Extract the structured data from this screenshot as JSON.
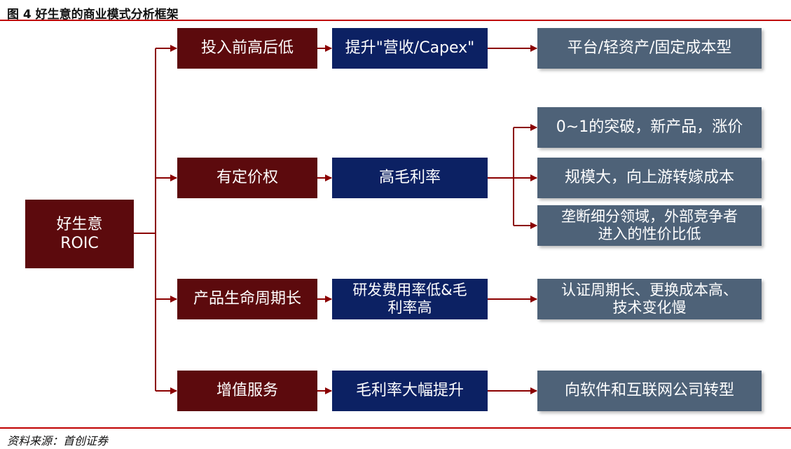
{
  "figure_title": "图 4 好生意的商业模式分析框架",
  "source_note": "资料来源：首创证券",
  "colors": {
    "root_fill": "#5c0a0d",
    "level1_fill": "#5c0a0d",
    "level2_fill": "#0c2163",
    "level3_fill": "#4e6278",
    "connector": "#8b0000",
    "rule": "#c00000"
  },
  "root": {
    "label": "好生意\nROIC"
  },
  "branches": [
    {
      "driver": "投入前高后低",
      "metric": "提升\"营收/Capex\"",
      "outcomes": [
        "平台/轻资产/固定成本型"
      ]
    },
    {
      "driver": "有定价权",
      "metric": "高毛利率",
      "outcomes": [
        "0~1的突破，新产品，涨价",
        "规模大，向上游转嫁成本",
        "垄断细分领域，外部竞争者\n进入的性价比低"
      ]
    },
    {
      "driver": "产品生命周期长",
      "metric": "研发费用率低&毛\n利率高",
      "outcomes": [
        "认证周期长、更换成本高、\n技术变化慢"
      ]
    },
    {
      "driver": "增值服务",
      "metric": "毛利率大幅提升",
      "outcomes": [
        "向软件和互联网公司转型"
      ]
    }
  ]
}
